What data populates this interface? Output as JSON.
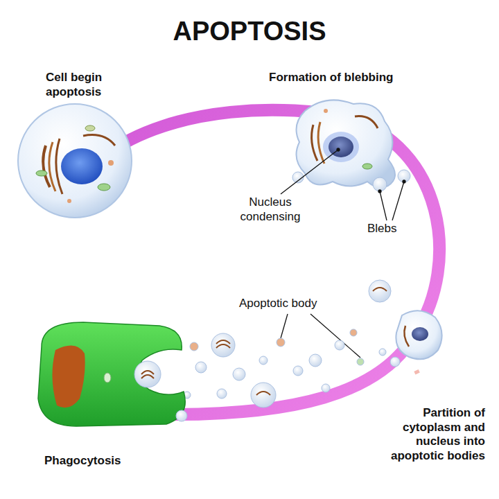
{
  "diagram": {
    "title": "APOPTOSIS",
    "labels": [
      "Cell begin apoptosis",
      "Formation of blebbing",
      "Nucleus condensing",
      "Blebs",
      "Apoptotic body",
      "Partition of cytoplasm and nucleus into apoptotic bodies",
      "Phagocytosis"
    ]
  }
}
